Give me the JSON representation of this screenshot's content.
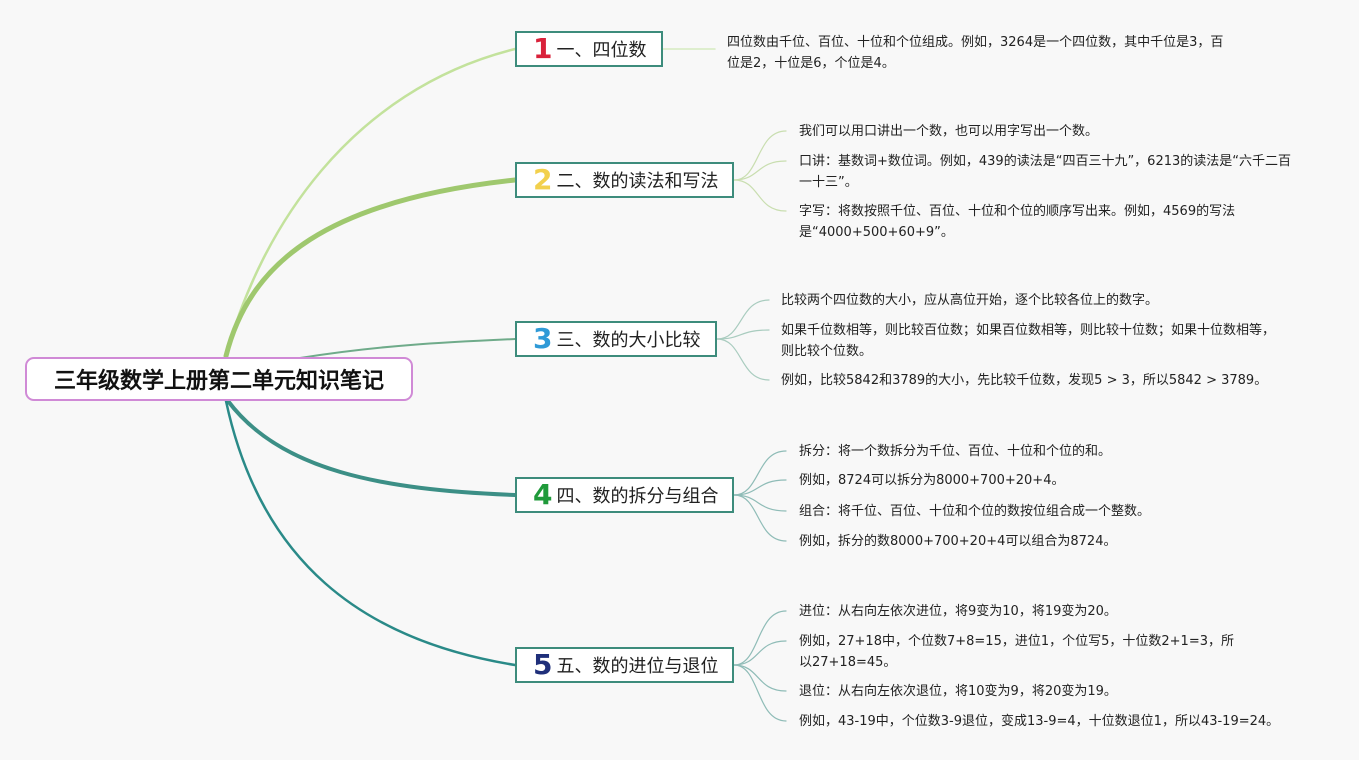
{
  "title": "三年级数学上册第二单元知识笔记",
  "colors": {
    "root_border": "#d08ad6",
    "topic_border": "#3d8c7c",
    "branch1": "#c3e29c",
    "branch2": "#9fc86e",
    "branch3": "#6fab8a",
    "branch4": "#3c8f86",
    "branch5": "#2a8a88",
    "num1": "#d9213a",
    "num2": "#f2d04c",
    "num3": "#2f9ad7",
    "num4": "#1f9a3a",
    "num5": "#1f2f7a"
  },
  "branches": [
    {
      "number": "1",
      "label": "一、四位数",
      "items": [
        "四位数由千位、百位、十位和个位组成。例如，3264是一个四位数，其中千位是3，百位是2，十位是6，个位是4。"
      ]
    },
    {
      "number": "2",
      "label": "二、数的读法和写法",
      "items": [
        "我们可以用口讲出一个数，也可以用字写出一个数。",
        "口讲：基数词+数位词。例如，439的读法是“四百三十九”，6213的读法是“六千二百一十三”。",
        "字写：将数按照千位、百位、十位和个位的顺序写出来。例如，4569的写法是“4000+500+60+9”。"
      ]
    },
    {
      "number": "3",
      "label": "三、数的大小比较",
      "items": [
        "比较两个四位数的大小，应从高位开始，逐个比较各位上的数字。",
        "如果千位数相等，则比较百位数；如果百位数相等，则比较十位数；如果十位数相等，则比较个位数。",
        "例如，比较5842和3789的大小，先比较千位数，发现5 > 3，所以5842 > 3789。"
      ]
    },
    {
      "number": "4",
      "label": "四、数的拆分与组合",
      "items": [
        "拆分：将一个数拆分为千位、百位、十位和个位的和。",
        "例如，8724可以拆分为8000+700+20+4。",
        "组合：将千位、百位、十位和个位的数按位组合成一个整数。",
        "例如，拆分的数8000+700+20+4可以组合为8724。"
      ]
    },
    {
      "number": "5",
      "label": "五、数的进位与退位",
      "items": [
        "进位：从右向左依次进位，将9变为10，将19变为20。",
        "例如，27+18中，个位数7+8=15，进位1，个位写5，十位数2+1=3，所以27+18=45。",
        "退位：从右向左依次退位，将10变为9，将20变为19。",
        "例如，43-19中，个位数3-9退位，变成13-9=4，十位数退位1，所以43-19=24。"
      ]
    }
  ]
}
